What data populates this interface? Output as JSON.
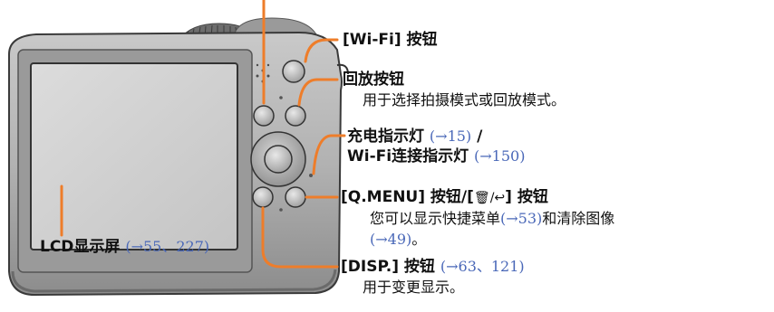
{
  "accent_color": "#ee7d2a",
  "ref_color": "#4a68b8",
  "top_cut_text": "",
  "labels": {
    "wifi": {
      "text": "[Wi-Fi] 按钮"
    },
    "playback": {
      "text": "回放按钮",
      "desc": "用于选择拍摄模式或回放模式。"
    },
    "charge": {
      "text": "充电指示灯",
      "ref": "(→15)",
      "sep": "/"
    },
    "wifi_conn": {
      "text": "Wi-Fi连接指示灯",
      "ref": "(→150)"
    },
    "qmenu": {
      "text": "[Q.MENU] 按钮/[",
      "icon_text": "🗑/↩",
      "text2": "] 按钮",
      "desc1": "您可以显示快捷菜单",
      "desc_ref1": "(→53)",
      "desc2": "和清除图像",
      "desc_ref2": "(→49)",
      "desc3": "。"
    },
    "disp": {
      "text": "[DISP.] 按钮",
      "ref": "(→63、121)",
      "desc": "用于变更显示。"
    },
    "lcd": {
      "text": "LCD显示屏",
      "ref": "(→55、227)"
    }
  },
  "icons": [
    "camera-body",
    "lcd-screen",
    "control-dial",
    "mode-dial",
    "wifi-button",
    "playback-button",
    "qmenu-button",
    "disp-button",
    "charge-lamp",
    "trash-return-icon"
  ]
}
